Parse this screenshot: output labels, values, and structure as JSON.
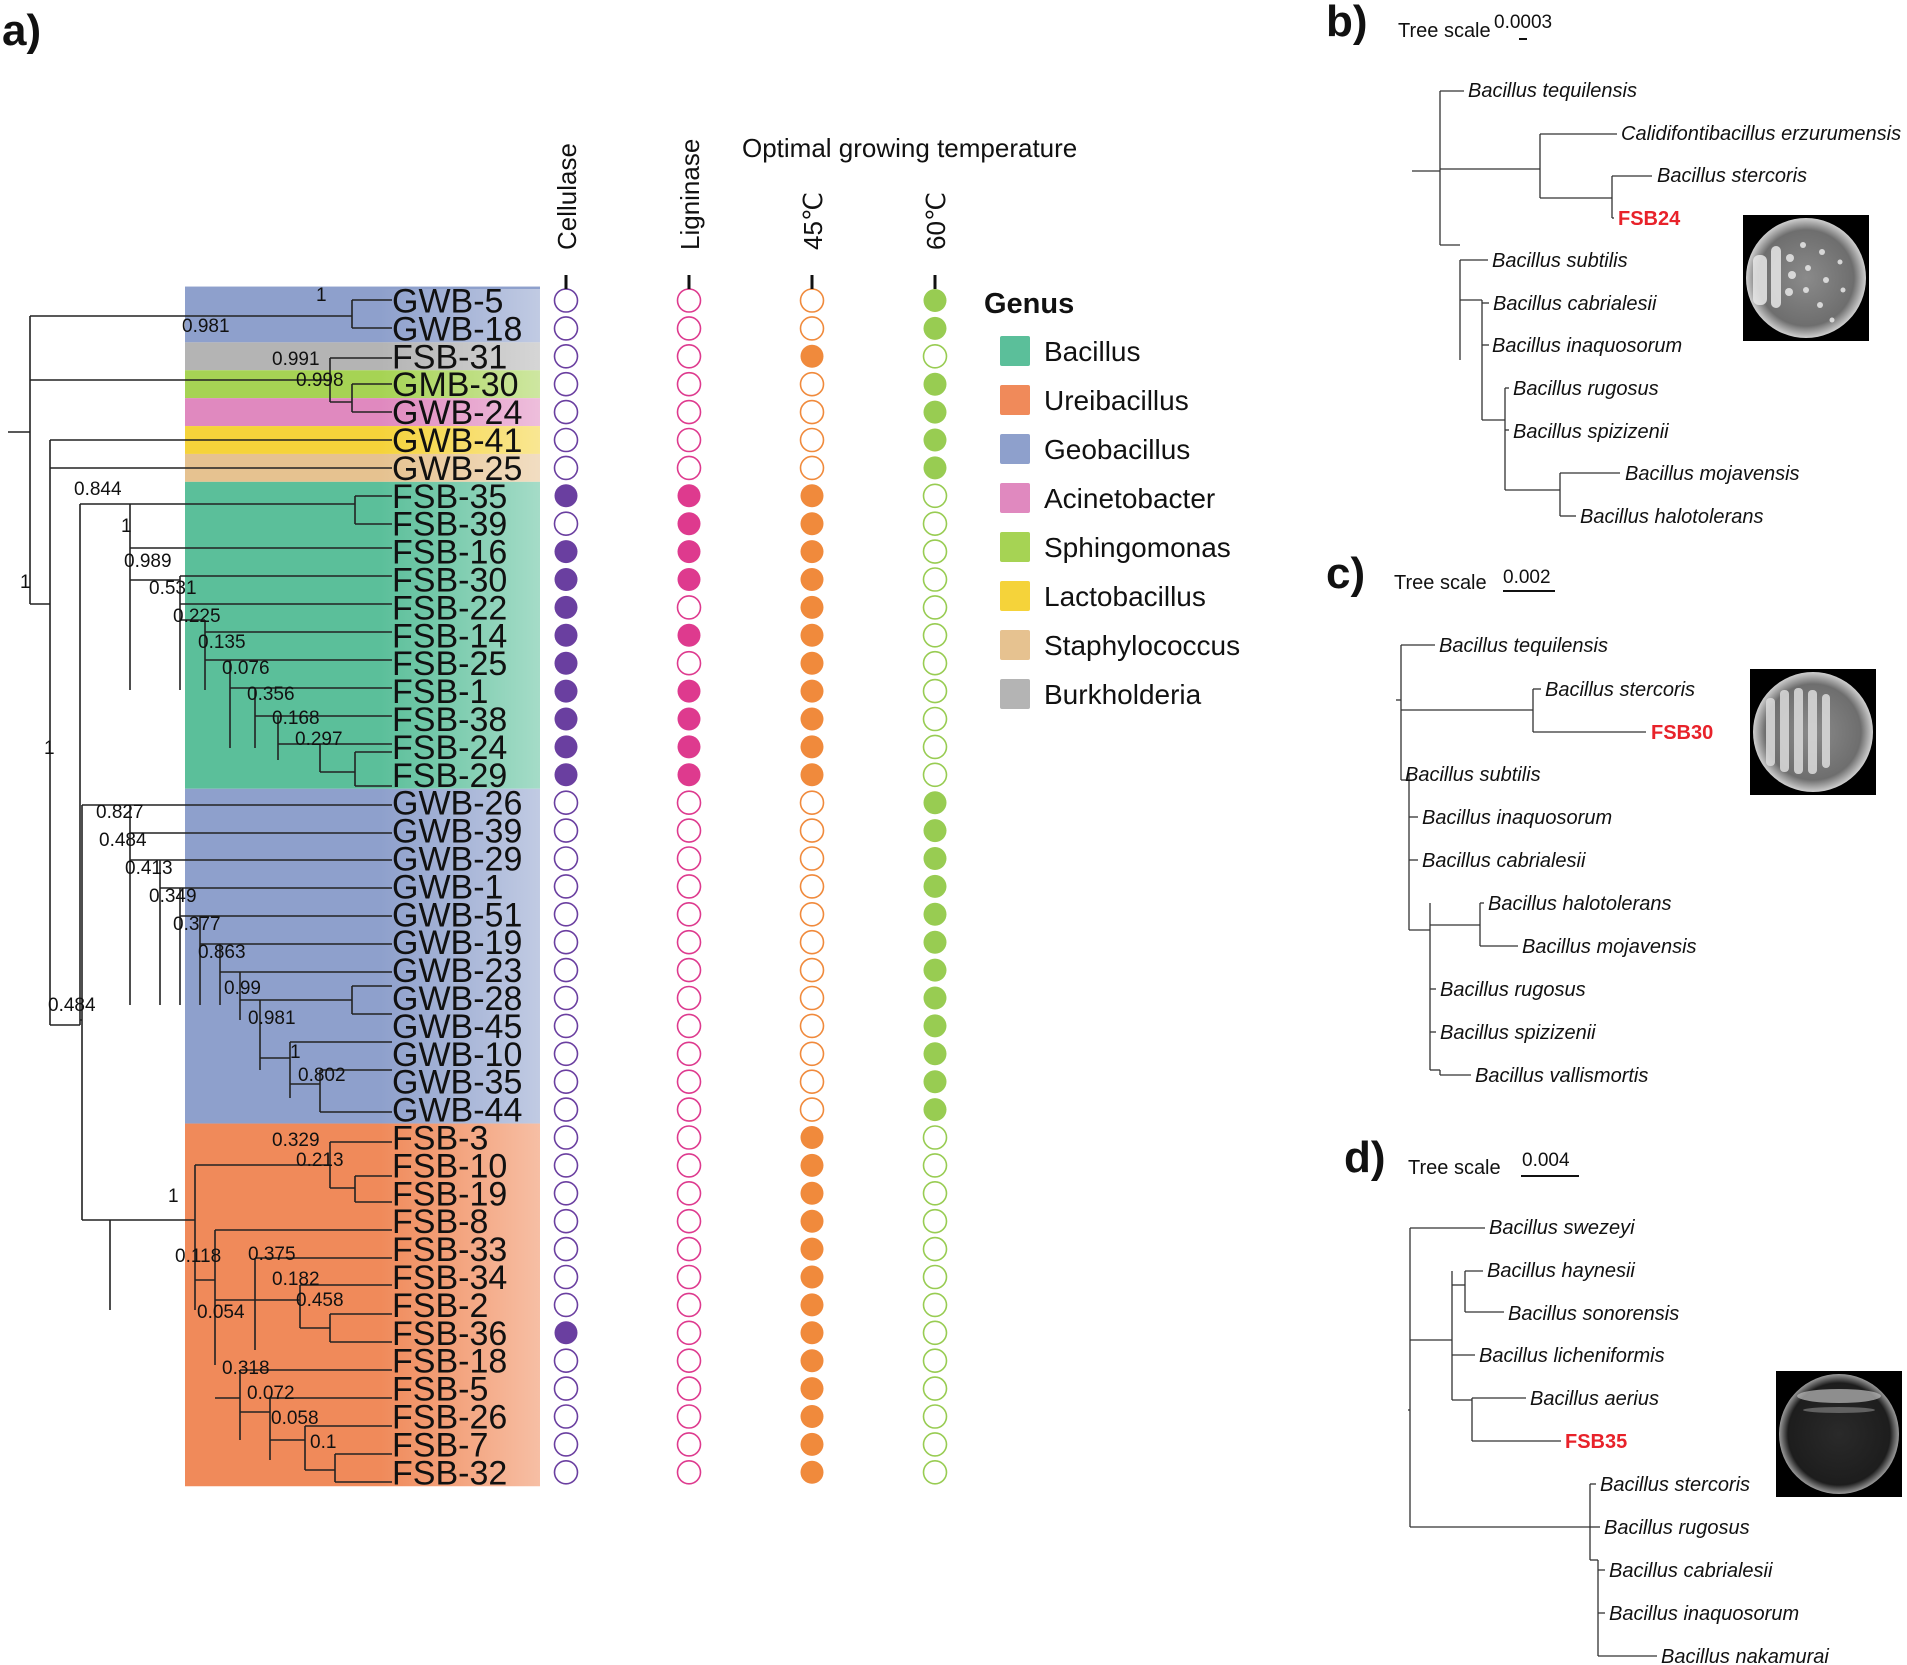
{
  "panel_a": {
    "label": "a)",
    "columns": {
      "cellulase": "Cellulase",
      "ligninase": "Ligninase",
      "temp_title": "Optimal growing temperature",
      "t45": "45℃",
      "t60": "60℃"
    },
    "legend": {
      "title": "Genus",
      "items": [
        {
          "name": "Bacillus",
          "color": "#5bbf9a"
        },
        {
          "name": "Ureibacillus",
          "color": "#f08a5a"
        },
        {
          "name": "Geobacillus",
          "color": "#8ea0cc"
        },
        {
          "name": "Acinetobacter",
          "color": "#e089bf"
        },
        {
          "name": "Sphingomonas",
          "color": "#a6d354"
        },
        {
          "name": "Lactobacillus",
          "color": "#f5d33a"
        },
        {
          "name": "Staphylococcus",
          "color": "#e6c290"
        },
        {
          "name": "Burkholderia",
          "color": "#b4b4b4"
        }
      ]
    },
    "marker_colors": {
      "cellulase": "#6a3fa0",
      "ligninase": "#de3a8e",
      "t45": "#f08a3c",
      "t60": "#98cc52"
    },
    "strains": [
      {
        "name": "GWB-5",
        "genus": "Geobacillus",
        "cellulase": false,
        "ligninase": false,
        "t45": false,
        "t60": true
      },
      {
        "name": "GWB-18",
        "genus": "Geobacillus",
        "cellulase": false,
        "ligninase": false,
        "t45": false,
        "t60": true
      },
      {
        "name": "FSB-31",
        "genus": "Burkholderia",
        "cellulase": false,
        "ligninase": false,
        "t45": true,
        "t60": false
      },
      {
        "name": "GMB-30",
        "genus": "Sphingomonas",
        "cellulase": false,
        "ligninase": false,
        "t45": false,
        "t60": true
      },
      {
        "name": "GWB-24",
        "genus": "Acinetobacter",
        "cellulase": false,
        "ligninase": false,
        "t45": false,
        "t60": true
      },
      {
        "name": "GWB-41",
        "genus": "Lactobacillus",
        "cellulase": false,
        "ligninase": false,
        "t45": false,
        "t60": true
      },
      {
        "name": "GWB-25",
        "genus": "Staphylococcus",
        "cellulase": false,
        "ligninase": false,
        "t45": false,
        "t60": true
      },
      {
        "name": "FSB-35",
        "genus": "Bacillus",
        "cellulase": true,
        "ligninase": true,
        "t45": true,
        "t60": false
      },
      {
        "name": "FSB-39",
        "genus": "Bacillus",
        "cellulase": false,
        "ligninase": true,
        "t45": true,
        "t60": false
      },
      {
        "name": "FSB-16",
        "genus": "Bacillus",
        "cellulase": true,
        "ligninase": true,
        "t45": true,
        "t60": false
      },
      {
        "name": "FSB-30",
        "genus": "Bacillus",
        "cellulase": true,
        "ligninase": true,
        "t45": true,
        "t60": false
      },
      {
        "name": "FSB-22",
        "genus": "Bacillus",
        "cellulase": true,
        "ligninase": false,
        "t45": true,
        "t60": false
      },
      {
        "name": "FSB-14",
        "genus": "Bacillus",
        "cellulase": true,
        "ligninase": true,
        "t45": true,
        "t60": false
      },
      {
        "name": "FSB-25",
        "genus": "Bacillus",
        "cellulase": true,
        "ligninase": false,
        "t45": true,
        "t60": false
      },
      {
        "name": "FSB-1",
        "genus": "Bacillus",
        "cellulase": true,
        "ligninase": true,
        "t45": true,
        "t60": false
      },
      {
        "name": "FSB-38",
        "genus": "Bacillus",
        "cellulase": true,
        "ligninase": true,
        "t45": true,
        "t60": false
      },
      {
        "name": "FSB-24",
        "genus": "Bacillus",
        "cellulase": true,
        "ligninase": true,
        "t45": true,
        "t60": false
      },
      {
        "name": "FSB-29",
        "genus": "Bacillus",
        "cellulase": true,
        "ligninase": true,
        "t45": true,
        "t60": false
      },
      {
        "name": "GWB-26",
        "genus": "Geobacillus",
        "cellulase": false,
        "ligninase": false,
        "t45": false,
        "t60": true
      },
      {
        "name": "GWB-39",
        "genus": "Geobacillus",
        "cellulase": false,
        "ligninase": false,
        "t45": false,
        "t60": true
      },
      {
        "name": "GWB-29",
        "genus": "Geobacillus",
        "cellulase": false,
        "ligninase": false,
        "t45": false,
        "t60": true
      },
      {
        "name": "GWB-1",
        "genus": "Geobacillus",
        "cellulase": false,
        "ligninase": false,
        "t45": false,
        "t60": true
      },
      {
        "name": "GWB-51",
        "genus": "Geobacillus",
        "cellulase": false,
        "ligninase": false,
        "t45": false,
        "t60": true
      },
      {
        "name": "GWB-19",
        "genus": "Geobacillus",
        "cellulase": false,
        "ligninase": false,
        "t45": false,
        "t60": true
      },
      {
        "name": "GWB-23",
        "genus": "Geobacillus",
        "cellulase": false,
        "ligninase": false,
        "t45": false,
        "t60": true
      },
      {
        "name": "GWB-28",
        "genus": "Geobacillus",
        "cellulase": false,
        "ligninase": false,
        "t45": false,
        "t60": true
      },
      {
        "name": "GWB-45",
        "genus": "Geobacillus",
        "cellulase": false,
        "ligninase": false,
        "t45": false,
        "t60": true
      },
      {
        "name": "GWB-10",
        "genus": "Geobacillus",
        "cellulase": false,
        "ligninase": false,
        "t45": false,
        "t60": true
      },
      {
        "name": "GWB-35",
        "genus": "Geobacillus",
        "cellulase": false,
        "ligninase": false,
        "t45": false,
        "t60": true
      },
      {
        "name": "GWB-44",
        "genus": "Geobacillus",
        "cellulase": false,
        "ligninase": false,
        "t45": false,
        "t60": true
      },
      {
        "name": "FSB-3",
        "genus": "Ureibacillus",
        "cellulase": false,
        "ligninase": false,
        "t45": true,
        "t60": false
      },
      {
        "name": "FSB-10",
        "genus": "Ureibacillus",
        "cellulase": false,
        "ligninase": false,
        "t45": true,
        "t60": false
      },
      {
        "name": "FSB-19",
        "genus": "Ureibacillus",
        "cellulase": false,
        "ligninase": false,
        "t45": true,
        "t60": false
      },
      {
        "name": "FSB-8",
        "genus": "Ureibacillus",
        "cellulase": false,
        "ligninase": false,
        "t45": true,
        "t60": false
      },
      {
        "name": "FSB-33",
        "genus": "Ureibacillus",
        "cellulase": false,
        "ligninase": false,
        "t45": true,
        "t60": false
      },
      {
        "name": "FSB-34",
        "genus": "Ureibacillus",
        "cellulase": false,
        "ligninase": false,
        "t45": true,
        "t60": false
      },
      {
        "name": "FSB-2",
        "genus": "Ureibacillus",
        "cellulase": false,
        "ligninase": false,
        "t45": true,
        "t60": false
      },
      {
        "name": "FSB-36",
        "genus": "Ureibacillus",
        "cellulase": true,
        "ligninase": false,
        "t45": true,
        "t60": false
      },
      {
        "name": "FSB-18",
        "genus": "Ureibacillus",
        "cellulase": false,
        "ligninase": false,
        "t45": true,
        "t60": false
      },
      {
        "name": "FSB-5",
        "genus": "Ureibacillus",
        "cellulase": false,
        "ligninase": false,
        "t45": true,
        "t60": false
      },
      {
        "name": "FSB-26",
        "genus": "Ureibacillus",
        "cellulase": false,
        "ligninase": false,
        "t45": true,
        "t60": false
      },
      {
        "name": "FSB-7",
        "genus": "Ureibacillus",
        "cellulase": false,
        "ligninase": false,
        "t45": true,
        "t60": false
      },
      {
        "name": "FSB-32",
        "genus": "Ureibacillus",
        "cellulase": false,
        "ligninase": false,
        "t45": true,
        "t60": false
      }
    ],
    "supports": [
      "1",
      "0.981",
      "0.991",
      "0.998",
      "0.844",
      "1",
      "0.989",
      "0.531",
      "0.225",
      "0.135",
      "0.076",
      "0.356",
      "0.168",
      "0.297",
      "1",
      "1",
      "0.827",
      "0.484",
      "0.413",
      "0.349",
      "0.377",
      "0.863",
      "0.99",
      "0.981",
      "1",
      "0.802",
      "0.484",
      "1",
      "0.329",
      "0.213",
      "0.118",
      "0.375",
      "0.182",
      "0.458",
      "0.054",
      "0.318",
      "0.072",
      "0.058",
      "0.1"
    ]
  },
  "panel_b": {
    "label": "b)",
    "scale_label": "Tree scale",
    "scale_value": "0.0003",
    "species": [
      "Bacillus tequilensis",
      "Calidifontibacillus erzurumensis",
      "Bacillus stercoris",
      "FSB24",
      "Bacillus subtilis",
      "Bacillus cabrialesii",
      "Bacillus inaquosorum",
      "Bacillus rugosus",
      "Bacillus spizizenii",
      "Bacillus mojavensis",
      "Bacillus halotolerans"
    ],
    "highlight": "FSB24"
  },
  "panel_c": {
    "label": "c)",
    "scale_label": "Tree scale",
    "scale_value": "0.002",
    "species": [
      "Bacillus tequilensis",
      "Bacillus stercoris",
      "FSB30",
      "Bacillus subtilis",
      "Bacillus inaquosorum",
      "Bacillus cabrialesii",
      "Bacillus halotolerans",
      "Bacillus mojavensis",
      "Bacillus rugosus",
      "Bacillus spizizenii",
      "Bacillus vallismortis"
    ],
    "highlight": "FSB30"
  },
  "panel_d": {
    "label": "d)",
    "scale_label": "Tree scale",
    "scale_value": "0.004",
    "species": [
      "Bacillus swezeyi",
      "Bacillus haynesii",
      "Bacillus sonorensis",
      "Bacillus licheniformis",
      "Bacillus aerius",
      "FSB35",
      "Bacillus stercoris",
      "Bacillus rugosus",
      "Bacillus cabrialesii",
      "Bacillus inaquosorum",
      "Bacillus nakamurai"
    ],
    "highlight": "FSB35"
  }
}
